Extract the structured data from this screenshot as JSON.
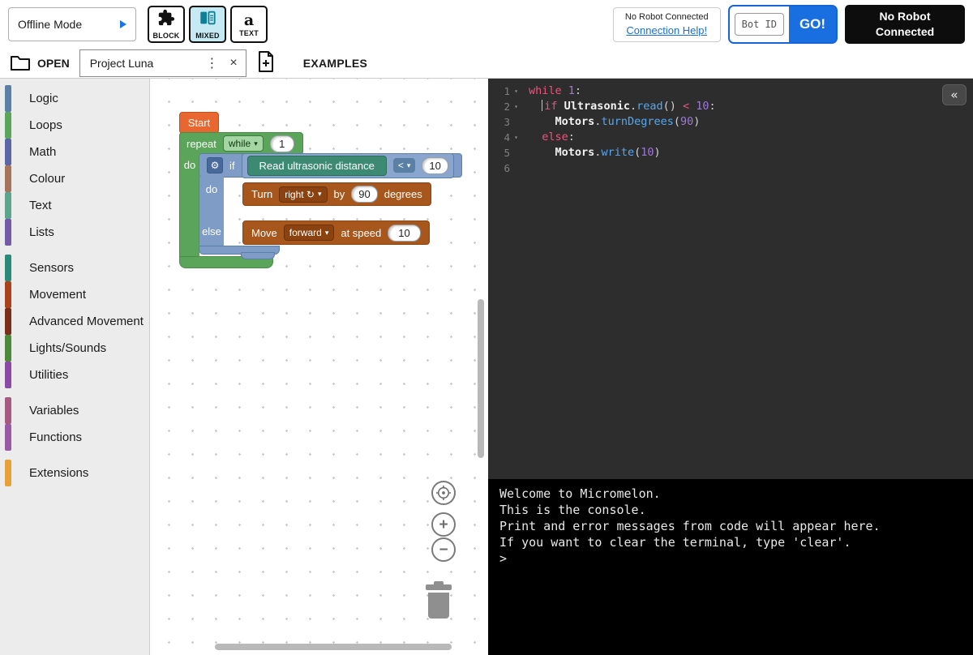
{
  "icons": {
    "caret": "▾",
    "kebab": "⋮",
    "close": "×",
    "collapse": "«",
    "gear": "⚙",
    "fold": "▾",
    "plus": "+",
    "minus": "−",
    "text_glyph": "a"
  },
  "header": {
    "mode_label": "Offline Mode",
    "view_buttons": [
      {
        "label": "BLOCK"
      },
      {
        "label": "MIXED"
      },
      {
        "label": "TEXT"
      }
    ],
    "connection_status": "No Robot Connected",
    "connection_help": "Connection Help!",
    "bot_id_label": "Bot ID",
    "go_label": "GO!",
    "robot_status": "No Robot Connected"
  },
  "toolbar": {
    "open_label": "OPEN",
    "tab_title": "Project Luna",
    "examples_label": "EXAMPLES"
  },
  "toolbox": {
    "groups": [
      {
        "items": [
          {
            "label": "Logic",
            "color": "#5b80a5"
          },
          {
            "label": "Loops",
            "color": "#5ba55b"
          },
          {
            "label": "Math",
            "color": "#5b67a5"
          },
          {
            "label": "Colour",
            "color": "#a5745b"
          },
          {
            "label": "Text",
            "color": "#5ba58c"
          },
          {
            "label": "Lists",
            "color": "#745ba5"
          }
        ]
      },
      {
        "items": [
          {
            "label": "Sensors",
            "color": "#2a8a78"
          },
          {
            "label": "Movement",
            "color": "#a8431e"
          },
          {
            "label": "Advanced Movement",
            "color": "#7a2f1a"
          },
          {
            "label": "Lights/Sounds",
            "color": "#4a8a3a"
          },
          {
            "label": "Utilities",
            "color": "#8a4aa5"
          }
        ]
      },
      {
        "items": [
          {
            "label": "Variables",
            "color": "#a55b80"
          },
          {
            "label": "Functions",
            "color": "#995ba5"
          }
        ]
      },
      {
        "items": [
          {
            "label": "Extensions",
            "color": "#e8a03a"
          }
        ]
      }
    ]
  },
  "workspace": {
    "start_label": "Start",
    "repeat": {
      "label": "repeat",
      "mode": "while",
      "value": "1",
      "do_label": "do"
    },
    "if_block": {
      "label": "if",
      "do_label": "do",
      "else_label": "else",
      "condition": "Read ultrasonic distance",
      "operator": "<",
      "value": "10"
    },
    "turn": {
      "label": "Turn",
      "direction": "right ↻",
      "by_label": "by",
      "value": "90",
      "unit_label": "degrees"
    },
    "move": {
      "label": "Move",
      "direction": "forward",
      "speed_label": "at speed",
      "value": "10"
    }
  },
  "editor": {
    "lines": [
      {
        "num": "1",
        "fold": true,
        "tokens": [
          [
            "kw",
            "while"
          ],
          [
            "pl",
            " "
          ],
          [
            "num",
            "1"
          ],
          [
            "pl",
            ":"
          ]
        ]
      },
      {
        "num": "2",
        "fold": true,
        "tokens": [
          [
            "pl",
            "  "
          ],
          [
            "cur",
            ""
          ],
          [
            "kw",
            "if"
          ],
          [
            "pl",
            " "
          ],
          [
            "id",
            "Ultrasonic"
          ],
          [
            "pl",
            "."
          ],
          [
            "fn",
            "read"
          ],
          [
            "pl",
            "() "
          ],
          [
            "kw",
            "<"
          ],
          [
            "pl",
            " "
          ],
          [
            "num",
            "10"
          ],
          [
            "pl",
            ":"
          ]
        ]
      },
      {
        "num": "3",
        "fold": false,
        "tokens": [
          [
            "pl",
            "    "
          ],
          [
            "id",
            "Motors"
          ],
          [
            "pl",
            "."
          ],
          [
            "fn",
            "turnDegrees"
          ],
          [
            "pl",
            "("
          ],
          [
            "num",
            "90"
          ],
          [
            "pl",
            ")"
          ]
        ]
      },
      {
        "num": "4",
        "fold": true,
        "tokens": [
          [
            "pl",
            "  "
          ],
          [
            "kw",
            "else"
          ],
          [
            "pl",
            ":"
          ]
        ]
      },
      {
        "num": "5",
        "fold": false,
        "tokens": [
          [
            "pl",
            "    "
          ],
          [
            "id",
            "Motors"
          ],
          [
            "pl",
            "."
          ],
          [
            "fn",
            "write"
          ],
          [
            "pl",
            "("
          ],
          [
            "num",
            "10"
          ],
          [
            "pl",
            ")"
          ]
        ]
      },
      {
        "num": "6",
        "fold": false,
        "tokens": []
      }
    ]
  },
  "console": {
    "lines": [
      "Welcome to Micromelon.",
      "This is the console.",
      "Print and error messages from code will appear here.",
      "If you want to clear the terminal, type 'clear'."
    ],
    "prompt": ">"
  }
}
